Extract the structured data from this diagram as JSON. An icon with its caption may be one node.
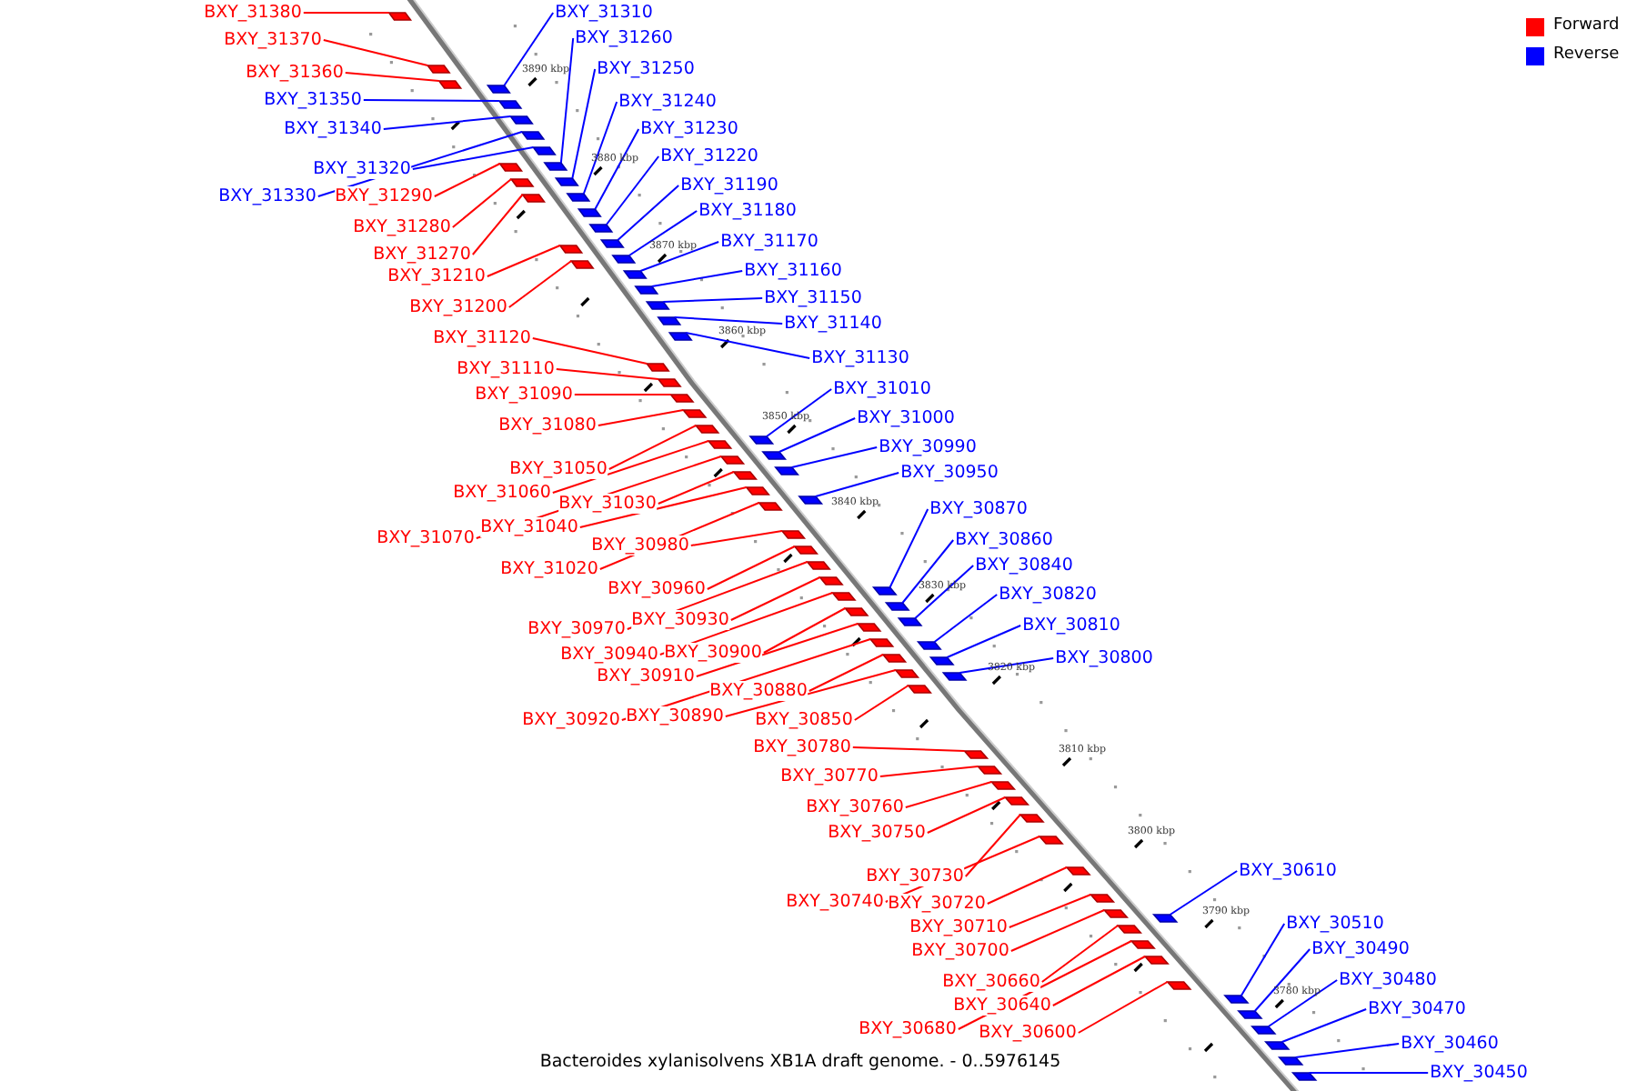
{
  "diagram": {
    "caption": "Bacteroides xylanisolvens XB1A draft genome. - 0..5976145",
    "nodes": [
      {
        "text": [
          "BXY_31380"
        ]
      },
      {
        "text": [
          "BXY_31310"
        ]
      },
      {
        "text": [
          "BXY_31370"
        ]
      },
      {
        "text": [
          "BXY_31260"
        ]
      },
      {
        "text": [
          "BXY_31250"
        ]
      },
      {
        "text": [
          "BXY_31360"
        ]
      },
      {
        "text": [
          "BXY_31350"
        ]
      },
      {
        "text": [
          "BXY_31240"
        ]
      },
      {
        "text": [
          "BXY_31340"
        ]
      },
      {
        "text": [
          "BXY_31230"
        ]
      },
      {
        "text": [
          "BXY_31220"
        ]
      },
      {
        "text": [
          "BXY_31320"
        ]
      },
      {
        "text": [
          "BXY_31190"
        ]
      },
      {
        "text": [
          "BXY_31290"
        ]
      },
      {
        "text": [
          "BXY_31330"
        ]
      },
      {
        "text": [
          "BXY_31180"
        ]
      },
      {
        "text": [
          "BXY_31280"
        ]
      },
      {
        "text": [
          "BXY_31170"
        ]
      },
      {
        "text": [
          "BXY_31270"
        ]
      },
      {
        "text": [
          "BXY_31160"
        ]
      },
      {
        "text": [
          "BXY_31210"
        ]
      },
      {
        "text": [
          "BXY_31150"
        ]
      },
      {
        "text": [
          "BXY_31200"
        ]
      },
      {
        "text": [
          "BXY_31140"
        ]
      },
      {
        "text": [
          "BXY_31120"
        ]
      },
      {
        "text": [
          "BXY_31130"
        ]
      },
      {
        "text": [
          "BXY_31110"
        ]
      },
      {
        "text": [
          "BXY_31010"
        ]
      },
      {
        "text": [
          "BXY_31090"
        ]
      },
      {
        "text": [
          "BXY_31000"
        ]
      },
      {
        "text": [
          "BXY_31080"
        ]
      },
      {
        "text": [
          "BXY_30990"
        ]
      },
      {
        "text": [
          "BXY_31050"
        ]
      },
      {
        "text": [
          "BXY_30950"
        ]
      },
      {
        "text": [
          "BXY_31060"
        ]
      },
      {
        "text": [
          "BXY_31030"
        ]
      },
      {
        "text": [
          "BXY_30870"
        ]
      },
      {
        "text": [
          "BXY_31040"
        ]
      },
      {
        "text": [
          "BXY_31070"
        ]
      },
      {
        "text": [
          "BXY_30860"
        ]
      },
      {
        "text": [
          "BXY_30980"
        ]
      },
      {
        "text": [
          "BXY_30840"
        ]
      },
      {
        "text": [
          "BXY_31020"
        ]
      },
      {
        "text": [
          "BXY_30960"
        ]
      },
      {
        "text": [
          "BXY_30820"
        ]
      },
      {
        "text": [
          "BXY_30930"
        ]
      },
      {
        "text": [
          "BXY_30810"
        ]
      },
      {
        "text": [
          "BXY_30970"
        ]
      },
      {
        "text": [
          "BXY_30900"
        ]
      },
      {
        "text": [
          "BXY_30940"
        ]
      },
      {
        "text": [
          "BXY_30800"
        ]
      },
      {
        "text": [
          "BXY_30910"
        ]
      },
      {
        "text": [
          "BXY_30880"
        ]
      },
      {
        "text": [
          "BXY_30920"
        ]
      },
      {
        "text": [
          "BXY_30890"
        ]
      },
      {
        "text": [
          "BXY_30850"
        ]
      },
      {
        "text": [
          "BXY_30780"
        ]
      },
      {
        "text": [
          "BXY_30770"
        ]
      },
      {
        "text": [
          "BXY_30760"
        ]
      },
      {
        "text": [
          "BXY_30750"
        ]
      },
      {
        "text": [
          "BXY_30610"
        ]
      },
      {
        "text": [
          "BXY_30730"
        ]
      },
      {
        "text": [
          "BXY_30740"
        ]
      },
      {
        "text": [
          "BXY_30720"
        ]
      },
      {
        "text": [
          "BXY_30510"
        ]
      },
      {
        "text": [
          "BXY_30710"
        ]
      },
      {
        "text": [
          "BXY_30490"
        ]
      },
      {
        "text": [
          "BXY_30700"
        ]
      },
      {
        "text": [
          "BXY_30480"
        ]
      },
      {
        "text": [
          "BXY_30660"
        ]
      },
      {
        "text": [
          "BXY_30640"
        ]
      },
      {
        "text": [
          "BXY_30470"
        ]
      },
      {
        "text": [
          "BXY_30680"
        ]
      },
      {
        "text": [
          "BXY_30600"
        ]
      },
      {
        "text": [
          "BXY_30460"
        ]
      },
      {
        "text": [
          "BXY_30450"
        ]
      },
      {
        "text": [],
        "shape": "bar"
      },
      {
        "text": [],
        "shape": "bar"
      },
      {
        "text": [],
        "shape": "bar"
      },
      {
        "text": [],
        "shape": "bar"
      },
      {
        "text": [],
        "shape": "bar"
      },
      {
        "text": [],
        "shape": "bar"
      },
      {
        "text": [],
        "shape": "bar"
      },
      {
        "text": [],
        "shape": "bar"
      },
      {
        "text": [],
        "shape": "bar"
      },
      {
        "text": [],
        "shape": "bar"
      },
      {
        "text": [],
        "shape": "bar"
      },
      {
        "text": [],
        "shape": "bar"
      },
      {
        "text": [],
        "shape": "bar"
      },
      {
        "text": [],
        "shape": "bar"
      },
      {
        "text": [],
        "shape": "bar"
      },
      {
        "text": [],
        "shape": "bar"
      },
      {
        "text": [],
        "shape": "bar"
      },
      {
        "text": [],
        "shape": "bar"
      },
      {
        "text": [],
        "shape": "bar"
      },
      {
        "text": [],
        "shape": "bar"
      },
      {
        "text": [],
        "shape": "bar"
      },
      {
        "text": [],
        "shape": "bar"
      },
      {
        "text": [],
        "shape": "bar"
      },
      {
        "text": [],
        "shape": "bar"
      },
      {
        "text": [],
        "shape": "bar"
      },
      {
        "text": [],
        "shape": "bar"
      },
      {
        "text": [],
        "shape": "bar"
      },
      {
        "text": [],
        "shape": "bar"
      },
      {
        "text": [],
        "shape": "bar"
      },
      {
        "text": [],
        "shape": "bar"
      },
      {
        "text": [],
        "shape": "bar"
      },
      {
        "text": [],
        "shape": "bar"
      },
      {
        "text": [],
        "shape": "bar"
      },
      {
        "text": [],
        "shape": "bar"
      },
      {
        "text": [],
        "shape": "bar"
      },
      {
        "text": [],
        "shape": "bar"
      },
      {
        "text": [],
        "shape": "bar"
      },
      {
        "text": [],
        "shape": "bar"
      },
      {
        "text": [],
        "shape": "bar"
      },
      {
        "text": [],
        "shape": "bar"
      },
      {
        "text": [],
        "shape": "bar"
      },
      {
        "text": [],
        "shape": "bar"
      },
      {
        "text": [],
        "shape": "bar"
      },
      {
        "text": [],
        "shape": "bar"
      },
      {
        "text": [],
        "shape": "bar"
      },
      {
        "text": [],
        "shape": "bar"
      },
      {
        "text": [],
        "shape": "bar"
      },
      {
        "text": [],
        "shape": "bar"
      },
      {
        "text": [],
        "shape": "bar"
      },
      {
        "text": [],
        "shape": "bar"
      },
      {
        "text": [],
        "shape": "bar"
      },
      {
        "text": [],
        "shape": "bar"
      },
      {
        "text": [],
        "shape": "bar"
      },
      {
        "text": [],
        "shape": "bar"
      },
      {
        "text": [],
        "shape": "bar"
      },
      {
        "text": [],
        "shape": "bar"
      },
      {
        "text": [],
        "shape": "bar"
      },
      {
        "text": [],
        "shape": "bar"
      },
      {
        "text": [],
        "shape": "bar"
      },
      {
        "text": [],
        "shape": "bar"
      },
      {
        "text": [],
        "shape": "bar"
      },
      {
        "text": [],
        "shape": "bar"
      },
      {
        "text": [],
        "shape": "bar"
      },
      {
        "text": [],
        "shape": "bar"
      },
      {
        "text": [],
        "shape": "bar"
      },
      {
        "text": [],
        "shape": "bar"
      },
      {
        "text": [],
        "shape": "bar"
      },
      {
        "text": [],
        "shape": "bar"
      },
      {
        "text": [],
        "shape": "bar"
      },
      {
        "text": [],
        "shape": "bar"
      },
      {
        "text": [],
        "shape": "bar"
      },
      {
        "text": [],
        "shape": "bar"
      },
      {
        "text": [],
        "shape": "bar"
      },
      {
        "text": [],
        "shape": "bar"
      },
      {
        "text": [],
        "shape": "bar"
      },
      {
        "text": [],
        "shape": "bar"
      }
    ],
    "edges": [
      {
        "from": 0,
        "to": 76,
        "arrow": "none"
      },
      {
        "from": 1,
        "to": 77,
        "arrow": "none",
        "color": "#0000ff"
      },
      {
        "from": 2,
        "to": 78,
        "arrow": "none"
      },
      {
        "from": 3,
        "to": 79,
        "arrow": "none",
        "color": "#0000ff"
      },
      {
        "from": 4,
        "to": 80,
        "arrow": "none",
        "color": "#0000ff"
      },
      {
        "from": 5,
        "to": 81,
        "arrow": "none"
      },
      {
        "from": 6,
        "to": 82,
        "arrow": "none",
        "color": "#0000ff"
      },
      {
        "from": 7,
        "to": 83,
        "arrow": "none",
        "color": "#0000ff"
      },
      {
        "from": 8,
        "to": 84,
        "arrow": "none",
        "color": "#0000ff"
      },
      {
        "from": 9,
        "to": 85,
        "arrow": "none",
        "color": "#0000ff"
      },
      {
        "from": 10,
        "to": 86,
        "arrow": "none",
        "color": "#0000ff"
      },
      {
        "from": 11,
        "to": 87,
        "arrow": "none",
        "color": "#0000ff"
      },
      {
        "from": 12,
        "to": 88,
        "arrow": "none",
        "color": "#0000ff"
      },
      {
        "from": 13,
        "to": 89,
        "arrow": "none"
      },
      {
        "from": 14,
        "to": 90,
        "arrow": "none",
        "color": "#0000ff"
      },
      {
        "from": 15,
        "to": 91,
        "arrow": "none",
        "color": "#0000ff"
      },
      {
        "from": 16,
        "to": 92,
        "arrow": "none"
      },
      {
        "from": 17,
        "to": 93,
        "arrow": "none",
        "color": "#0000ff"
      },
      {
        "from": 18,
        "to": 94,
        "arrow": "none"
      },
      {
        "from": 19,
        "to": 95,
        "arrow": "none",
        "color": "#0000ff"
      },
      {
        "from": 20,
        "to": 96,
        "arrow": "none"
      },
      {
        "from": 21,
        "to": 97,
        "arrow": "none",
        "color": "#0000ff"
      },
      {
        "from": 22,
        "to": 98,
        "arrow": "none"
      },
      {
        "from": 23,
        "to": 99,
        "arrow": "none",
        "color": "#0000ff"
      },
      {
        "from": 24,
        "to": 100,
        "arrow": "none"
      },
      {
        "from": 25,
        "to": 101,
        "arrow": "none",
        "color": "#0000ff"
      },
      {
        "from": 26,
        "to": 102,
        "arrow": "none"
      },
      {
        "from": 27,
        "to": 103,
        "arrow": "none",
        "color": "#0000ff"
      },
      {
        "from": 28,
        "to": 104,
        "arrow": "none"
      },
      {
        "from": 29,
        "to": 105,
        "arrow": "none",
        "color": "#0000ff"
      },
      {
        "from": 30,
        "to": 106,
        "arrow": "none"
      },
      {
        "from": 31,
        "to": 107,
        "arrow": "none",
        "color": "#0000ff"
      },
      {
        "from": 32,
        "to": 108,
        "arrow": "none"
      },
      {
        "from": 33,
        "to": 109,
        "arrow": "none",
        "color": "#0000ff"
      },
      {
        "from": 34,
        "to": 110,
        "arrow": "none"
      },
      {
        "from": 35,
        "to": 111,
        "arrow": "none"
      },
      {
        "from": 36,
        "to": 112,
        "arrow": "none",
        "color": "#0000ff"
      },
      {
        "from": 37,
        "to": 113,
        "arrow": "none"
      },
      {
        "from": 38,
        "to": 114,
        "arrow": "none"
      },
      {
        "from": 39,
        "to": 115,
        "arrow": "none",
        "color": "#0000ff"
      },
      {
        "from": 40,
        "to": 116,
        "arrow": "none"
      },
      {
        "from": 41,
        "to": 117,
        "arrow": "none",
        "color": "#0000ff"
      },
      {
        "from": 42,
        "to": 118,
        "arrow": "none"
      },
      {
        "from": 43,
        "to": 119,
        "arrow": "none"
      },
      {
        "from": 44,
        "to": 120,
        "arrow": "none",
        "color": "#0000ff"
      },
      {
        "from": 45,
        "to": 121,
        "arrow": "none"
      },
      {
        "from": 46,
        "to": 122,
        "arrow": "none",
        "color": "#0000ff"
      },
      {
        "from": 47,
        "to": 123,
        "arrow": "none"
      },
      {
        "from": 48,
        "to": 124,
        "arrow": "none"
      },
      {
        "from": 49,
        "to": 125,
        "arrow": "none"
      },
      {
        "from": 50,
        "to": 126,
        "arrow": "none",
        "color": "#0000ff"
      },
      {
        "from": 51,
        "to": 127,
        "arrow": "none"
      },
      {
        "from": 52,
        "to": 128,
        "arrow": "none"
      },
      {
        "from": 53,
        "to": 129,
        "arrow": "none"
      },
      {
        "from": 54,
        "to": 130,
        "arrow": "none"
      },
      {
        "from": 55,
        "to": 131,
        "arrow": "none"
      },
      {
        "from": 56,
        "to": 132,
        "arrow": "none"
      },
      {
        "from": 57,
        "to": 133,
        "arrow": "none"
      },
      {
        "from": 58,
        "to": 134,
        "arrow": "none"
      },
      {
        "from": 59,
        "to": 135,
        "arrow": "none"
      },
      {
        "from": 60,
        "to": 136,
        "arrow": "none",
        "color": "#0000ff"
      },
      {
        "from": 61,
        "to": 137,
        "arrow": "none"
      },
      {
        "from": 62,
        "to": 138,
        "arrow": "none"
      },
      {
        "from": 63,
        "to": 139,
        "arrow": "none"
      },
      {
        "from": 64,
        "to": 140,
        "arrow": "none",
        "color": "#0000ff"
      },
      {
        "from": 65,
        "to": 141,
        "arrow": "none"
      },
      {
        "from": 66,
        "to": 142,
        "arrow": "none",
        "color": "#0000ff"
      },
      {
        "from": 67,
        "to": 143,
        "arrow": "none"
      },
      {
        "from": 68,
        "to": 144,
        "arrow": "none",
        "color": "#0000ff"
      },
      {
        "from": 69,
        "to": 145,
        "arrow": "none"
      },
      {
        "from": 70,
        "to": 146,
        "arrow": "none"
      },
      {
        "from": 71,
        "to": 147,
        "arrow": "none",
        "color": "#0000ff"
      },
      {
        "from": 72,
        "to": 148,
        "arrow": "none"
      },
      {
        "from": 73,
        "to": 149,
        "arrow": "none"
      },
      {
        "from": 74,
        "to": 150,
        "arrow": "none",
        "color": "#0000ff"
      },
      {
        "from": 75,
        "to": 151,
        "arrow": "none",
        "color": "#0000ff"
      }
    ],
    "labels": [
      "3890 kbp",
      "3880 kbp",
      "3870 kbp",
      "3860 kbp",
      "3850 kbp",
      "3840 kbp",
      "3830 kbp",
      "3820 kbp",
      "3810 kbp",
      "3800 kbp",
      "3790 kbp",
      "3780 kbp"
    ],
    "legend": [
      {
        "text": "Forward",
        "color": "#ff0000"
      },
      {
        "text": "Reverse",
        "color": "#0000ff"
      }
    ]
  }
}
